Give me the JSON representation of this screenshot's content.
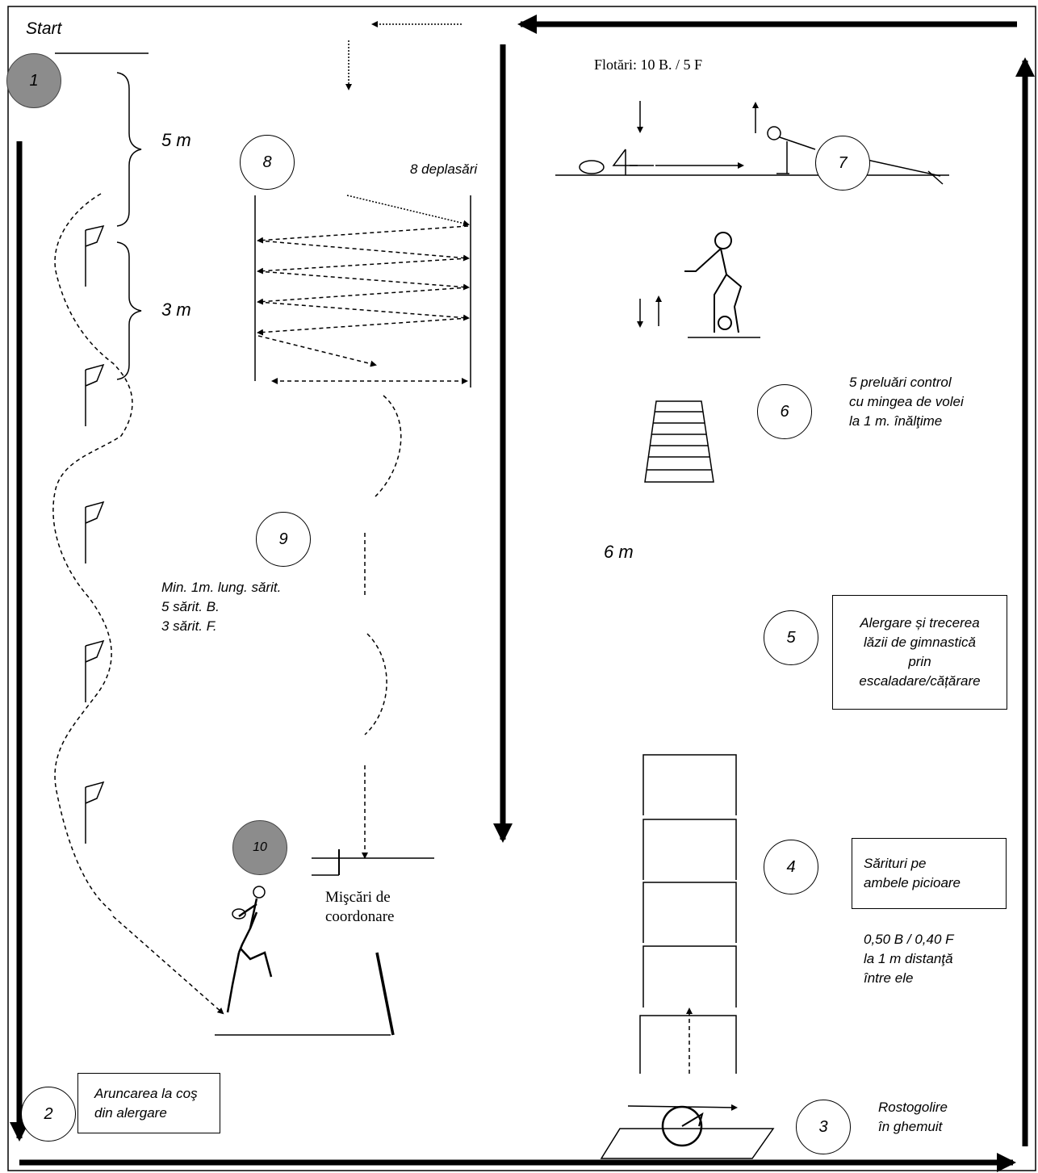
{
  "labels": {
    "start": "Start",
    "dist_5m": "5 m",
    "dist_3m": "3 m",
    "dist_6m": "6 m",
    "deplasari": "8 deplasări",
    "flotari": "Flotări: 10 B. / 5 F",
    "preluari": "5 preluări control\ncu mingea de volei\nla 1 m. înălţime",
    "sarituri_lung": "Min. 1m. lung. sărit.\n5 sărit. B.\n3 sărit. F.",
    "miscari": "Mişcări de\ncoordonare",
    "sarituri_distanta": "0,50 B /  0,40 F\nla 1 m distanţă\nîntre ele",
    "rostogolire": "Rostogolire\nîn ghemuit"
  },
  "boxes": {
    "alergare": "Alergare și trecerea\nlăzii de gimnastică\nprin\nescaladare/cățărare",
    "sarituri_picioare": "Sărituri pe\nambele picioare",
    "aruncarea": "Aruncarea la coş\ndin alergare"
  },
  "stations": [
    "1",
    "2",
    "3",
    "4",
    "5",
    "6",
    "7",
    "8",
    "9",
    "10"
  ]
}
